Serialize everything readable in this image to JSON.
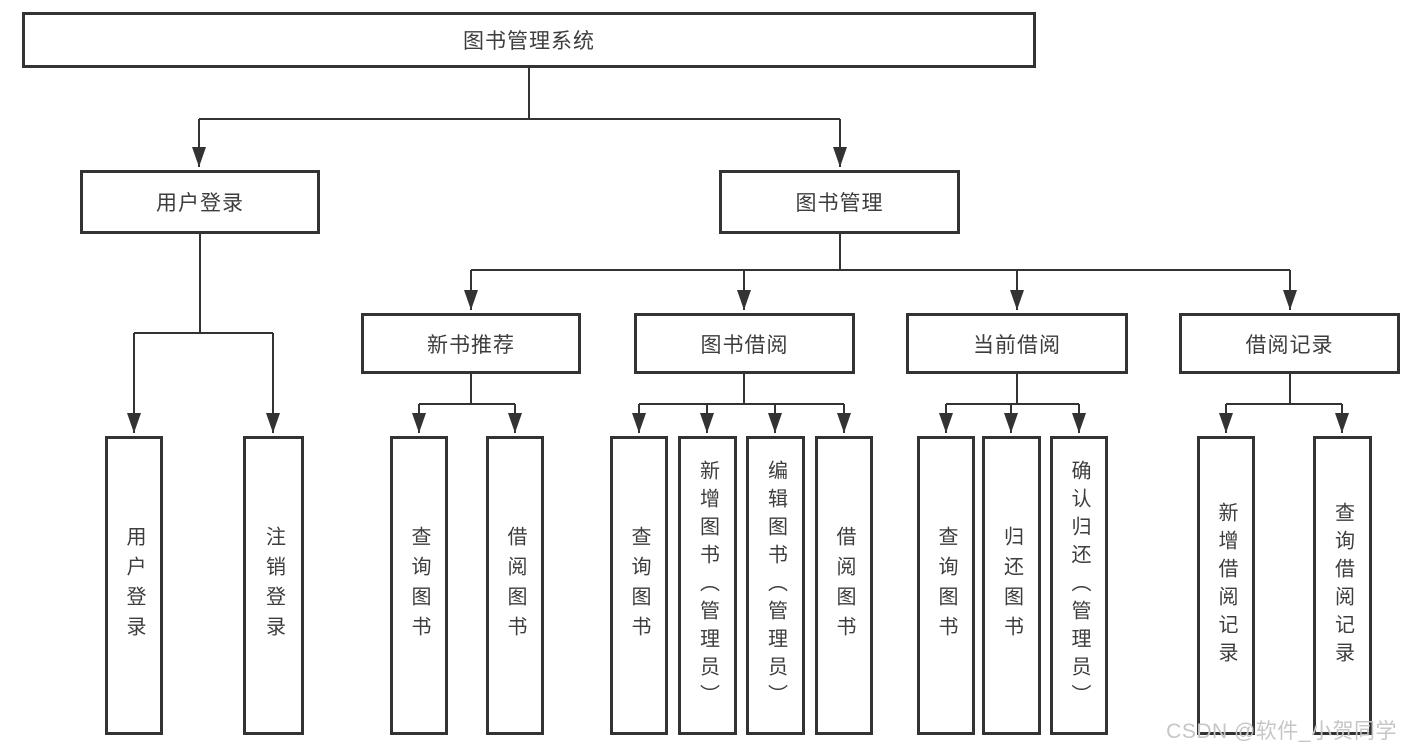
{
  "diagram": {
    "type": "hierarchy-tree",
    "orientation": "top-down"
  },
  "colors": {
    "line": "#333333",
    "box_border": "#333333",
    "box_background": "#ffffff",
    "text": "#3d3d3d",
    "watermark": "#c6c6c6"
  },
  "tree": {
    "label": "图书管理系统",
    "children": [
      {
        "label": "用户登录",
        "children": [
          {
            "label": "用户登录"
          },
          {
            "label": "注销登录"
          }
        ]
      },
      {
        "label": "图书管理",
        "children": [
          {
            "label": "新书推荐",
            "children": [
              {
                "label": "查询图书"
              },
              {
                "label": "借阅图书"
              }
            ]
          },
          {
            "label": "图书借阅",
            "children": [
              {
                "label": "查询图书"
              },
              {
                "label": "新增图书（管理员）"
              },
              {
                "label": "编辑图书（管理员）"
              },
              {
                "label": "借阅图书"
              }
            ]
          },
          {
            "label": "当前借阅",
            "children": [
              {
                "label": "查询图书"
              },
              {
                "label": "归还图书"
              },
              {
                "label": "确认归还（管理员）"
              }
            ]
          },
          {
            "label": "借阅记录",
            "children": [
              {
                "label": "新增借阅记录"
              },
              {
                "label": "查询借阅记录"
              }
            ]
          }
        ]
      }
    ]
  },
  "watermark": "CSDN @软件_小贺同学"
}
